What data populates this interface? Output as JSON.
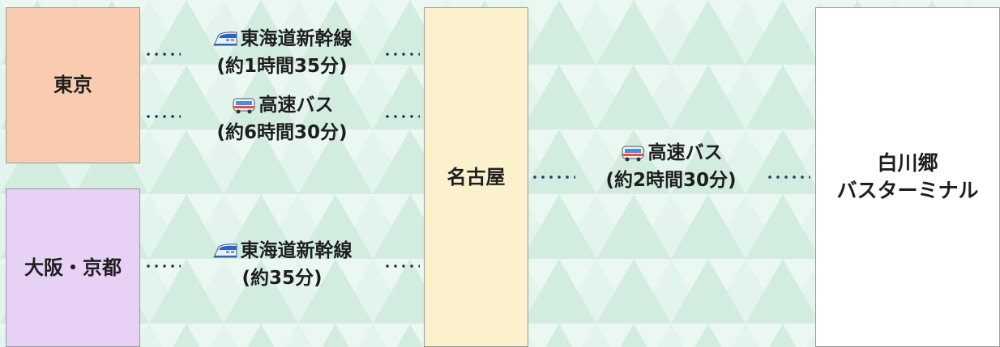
{
  "colors": {
    "background": "#e2f4ec",
    "tokyo_box": "#f9cbb0",
    "osaka_box": "#e7d2f6",
    "nagoya_box": "#fcf1cd",
    "shirakawago_box": "#ffffff",
    "dots": "#2c3e63"
  },
  "nodes": {
    "tokyo": "東京",
    "osaka_kyoto": "大阪・京都",
    "nagoya": "名古屋",
    "shirakawago_line1": "白川郷",
    "shirakawago_line2": "バスターミナル"
  },
  "routes": {
    "tokyo_shinkansen": {
      "icon": "bullet-train-icon",
      "name": "東海道新幹線",
      "time": "(約1時間35分)"
    },
    "tokyo_bus": {
      "icon": "bus-icon",
      "name": "高速バス",
      "time": "(約6時間30分)"
    },
    "osaka_shinkansen": {
      "icon": "bullet-train-icon",
      "name": "東海道新幹線",
      "time": "(約35分)"
    },
    "nagoya_bus": {
      "icon": "bus-icon",
      "name": "高速バス",
      "time": "(約2時間30分)"
    }
  }
}
